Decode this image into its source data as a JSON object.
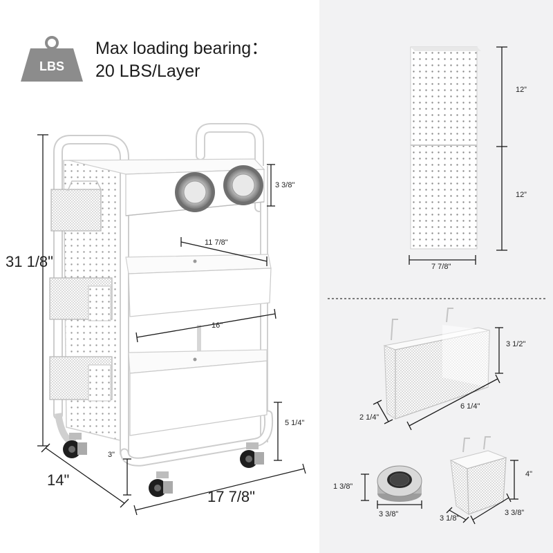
{
  "header": {
    "badge_text": "LBS",
    "line1": "Max loading bearing：",
    "line2": "20 LBS/Layer"
  },
  "cart_dimensions": {
    "total_height": "31 1/8\"",
    "depth": "14\"",
    "width": "17 7/8\"",
    "top_basket_height": "3 3/8\"",
    "top_basket_width": "11 7/8\"",
    "middle_basket_width": "16\"",
    "bottom_basket_height": "5 1/4\"",
    "wheel_height": "3\""
  },
  "pegboard_dimensions": {
    "upper_height": "12”",
    "lower_height": "12”",
    "width": "7 7/8\""
  },
  "long_basket_dimensions": {
    "height": "3 1/2\"",
    "depth": "2 1/4”",
    "length": "6 1/4\""
  },
  "tin_dimensions": {
    "height": "1 3/8”",
    "diameter": "3 3/8”"
  },
  "small_basket_dimensions": {
    "height": "4\"",
    "width": "3 1/8”",
    "depth": "3 3/8”"
  },
  "colors": {
    "badge": "#8c8c8c",
    "panel": "#f2f2f3",
    "line": "#1a1a1a",
    "product": "#ffffff",
    "outline": "#c9c9c9"
  }
}
